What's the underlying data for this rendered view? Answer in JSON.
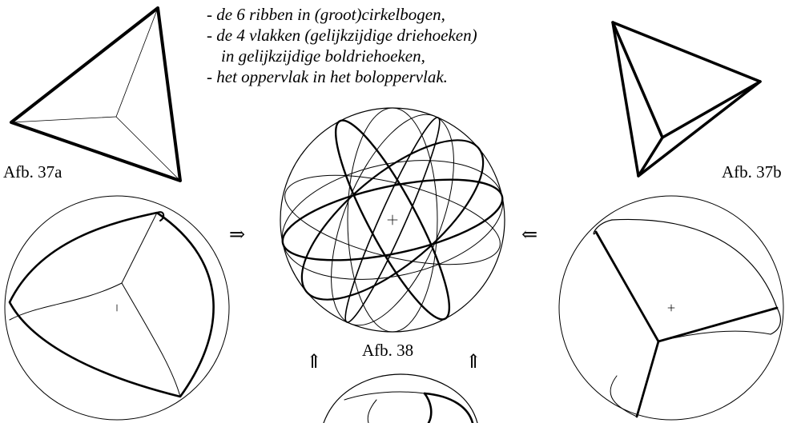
{
  "bullets": [
    "- de 6 ribben in (groot)cirkelbogen,",
    "- de 4 vlakken (gelijkzijdige driehoeken)",
    "in gelijkzijdige boldriehoeken,",
    "- het oppervlak in het boloppervlak."
  ],
  "captions": {
    "fig37a": "Afb. 37a",
    "fig37b": "Afb. 37b",
    "fig38": "Afb. 38"
  },
  "arrows": {
    "right": "⇒",
    "left": "⇐",
    "up": "⇑"
  },
  "colors": {
    "ink": "#000000",
    "background": "#ffffff"
  }
}
